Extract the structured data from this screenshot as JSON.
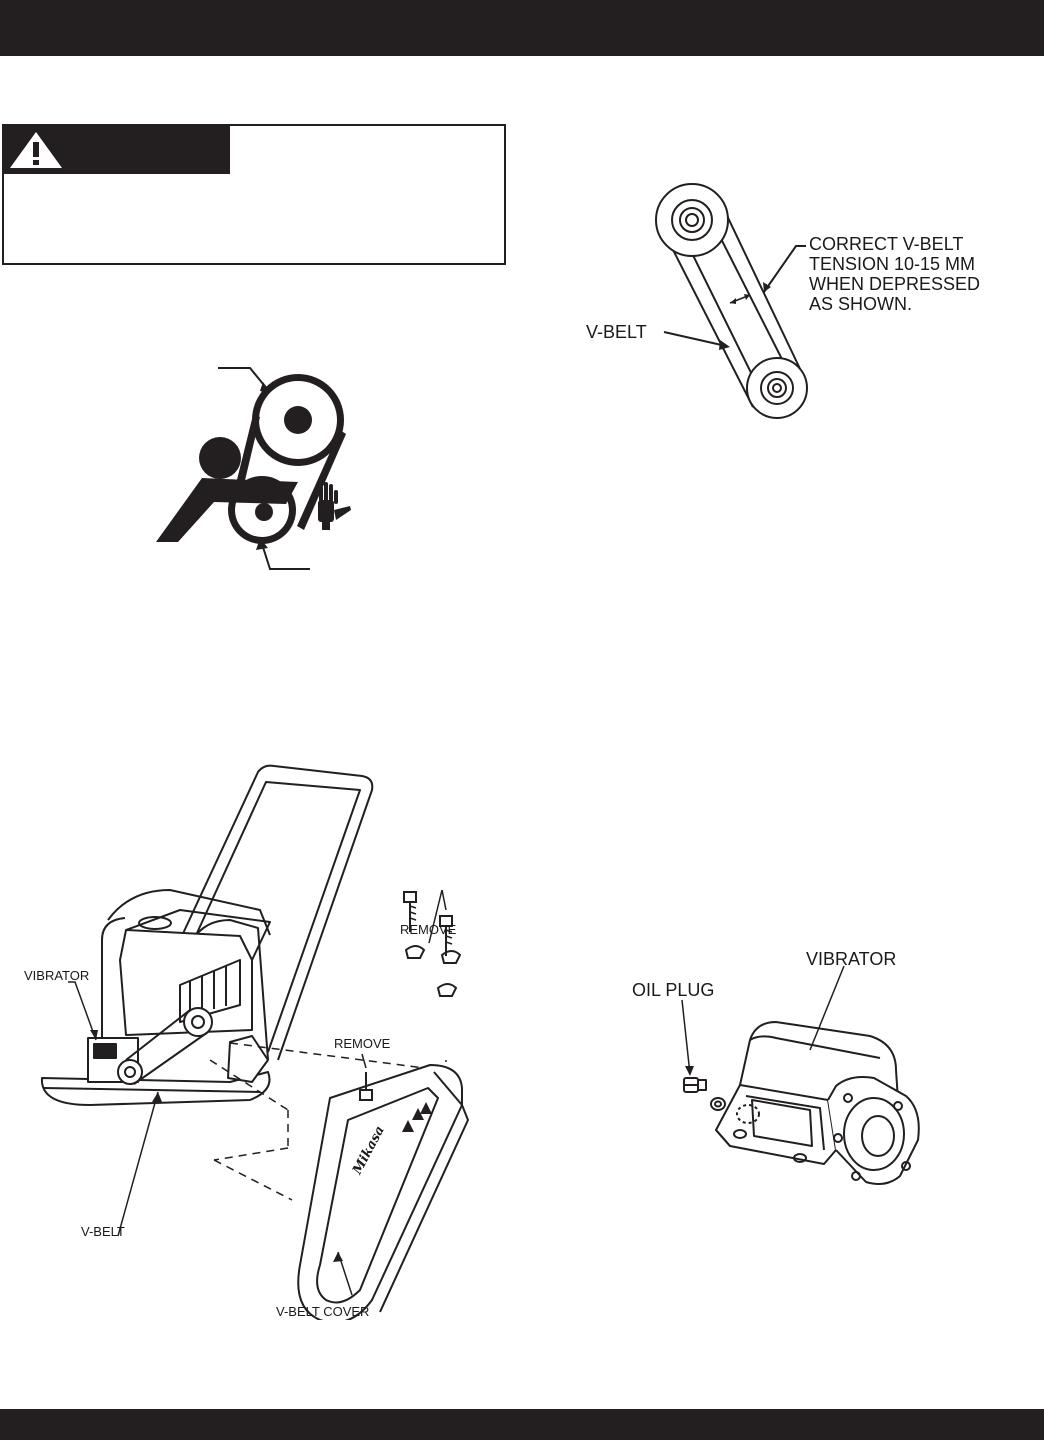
{
  "tension_figure": {
    "note": "CORRECT V-BELT\nTENSION 10-15 MM\nWHEN DEPRESSED\nAS SHOWN.",
    "vbelt_label": "V-BELT"
  },
  "plate_figure": {
    "vibrator_label": "VIBRATOR",
    "vbelt_label": "V-BELT",
    "remove_label_1": "REMOVE",
    "remove_label_2": "REMOVE",
    "cover_label": "V-BELT COVER",
    "cover_brand": "Mikasa"
  },
  "vibrator_figure": {
    "oil_plug_label": "OIL PLUG",
    "vibrator_label": "VIBRATOR"
  }
}
